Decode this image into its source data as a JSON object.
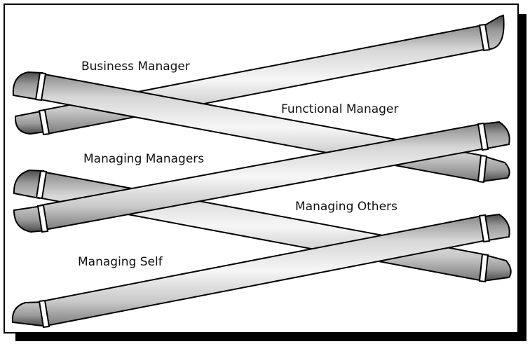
{
  "labels": {
    "business_manager": "Business Manager",
    "functional_manager": "Functional Manager",
    "managing_managers": "Managing Managers",
    "managing_others": "Managing Others",
    "managing_self": "Managing Self"
  }
}
